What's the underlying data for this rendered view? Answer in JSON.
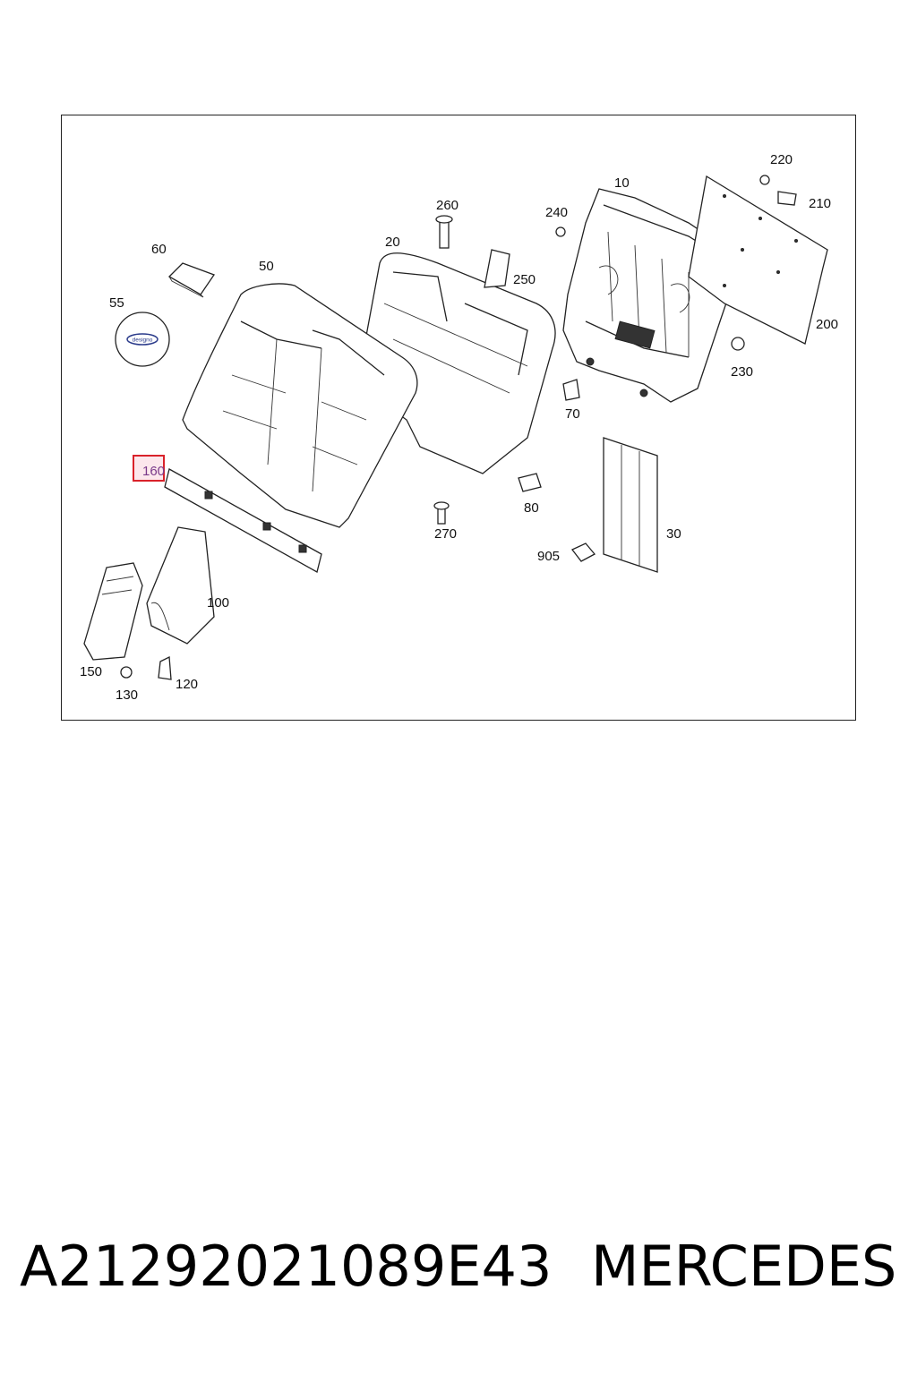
{
  "diagram": {
    "callouts": [
      {
        "id": "c10",
        "label": "10"
      },
      {
        "id": "c20",
        "label": "20"
      },
      {
        "id": "c30",
        "label": "30"
      },
      {
        "id": "c50",
        "label": "50"
      },
      {
        "id": "c55",
        "label": "55"
      },
      {
        "id": "c60",
        "label": "60"
      },
      {
        "id": "c70",
        "label": "70"
      },
      {
        "id": "c80",
        "label": "80"
      },
      {
        "id": "c100",
        "label": "100"
      },
      {
        "id": "c120",
        "label": "120"
      },
      {
        "id": "c130",
        "label": "130"
      },
      {
        "id": "c150",
        "label": "150"
      },
      {
        "id": "c160",
        "label": "160"
      },
      {
        "id": "c200",
        "label": "200"
      },
      {
        "id": "c210",
        "label": "210"
      },
      {
        "id": "c220",
        "label": "220"
      },
      {
        "id": "c230",
        "label": "230"
      },
      {
        "id": "c240",
        "label": "240"
      },
      {
        "id": "c250",
        "label": "250"
      },
      {
        "id": "c260",
        "label": "260"
      },
      {
        "id": "c270",
        "label": "270"
      },
      {
        "id": "c905",
        "label": "905"
      }
    ],
    "badge_text": "designo",
    "highlighted_callout": "160",
    "highlight_color": "#d9222a"
  },
  "footer": {
    "part_number": "A21292021089E43",
    "brand": "MERCEDES"
  }
}
